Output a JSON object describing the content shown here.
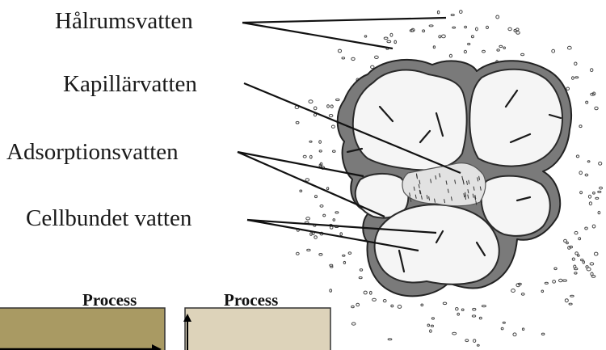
{
  "labels": {
    "halrum": "Hålrumsvatten",
    "kapillar": "Kapillärvatten",
    "adsorption": "Adsorptionsvatten",
    "cellbundet": "Cellbundet vatten"
  },
  "process_boxes": [
    {
      "label": "Process",
      "fill": "#a99a63"
    },
    {
      "label": "Process",
      "fill": "#ddd3ba"
    }
  ],
  "colors": {
    "ink": "#1a1a1a",
    "cell_fill": "#f3f3f3",
    "cell_wall": "#333333"
  }
}
